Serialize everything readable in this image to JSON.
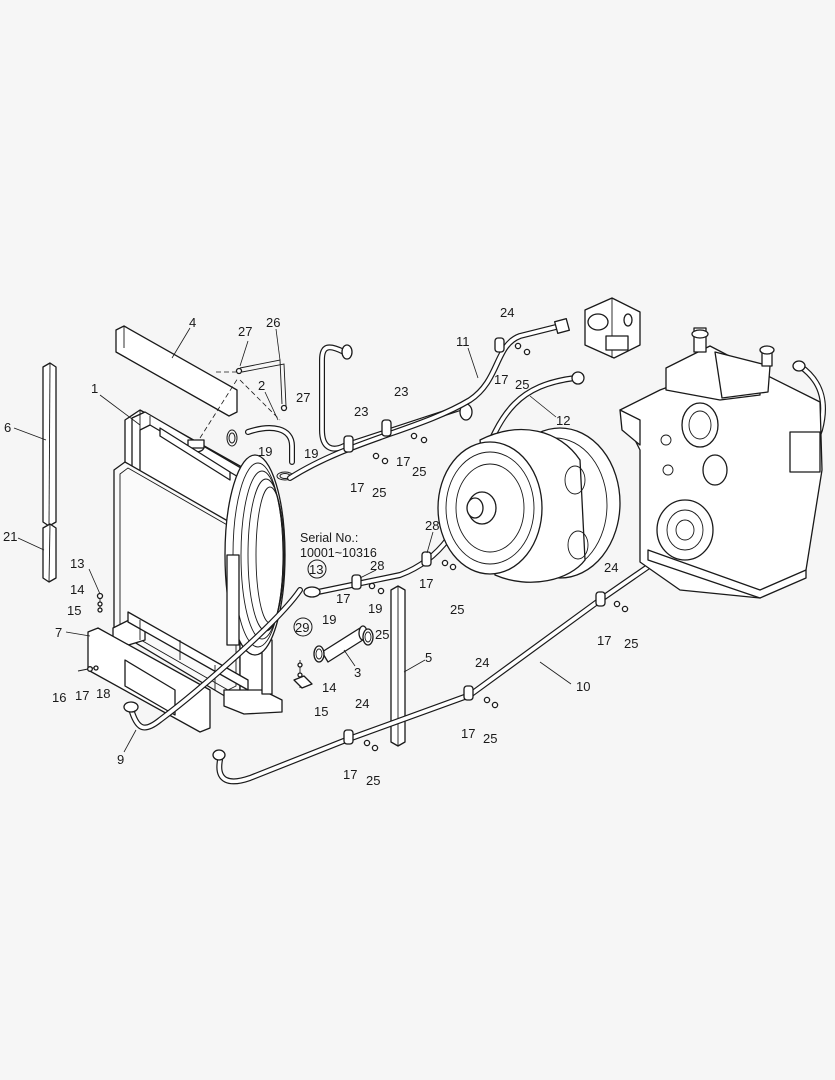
{
  "serial_note": {
    "line1": "Serial No.:",
    "line2": "10001~10316"
  },
  "callouts": [
    {
      "id": "c1",
      "text": "1"
    },
    {
      "id": "c2",
      "text": "2"
    },
    {
      "id": "c3",
      "text": "3"
    },
    {
      "id": "c4",
      "text": "4"
    },
    {
      "id": "c5",
      "text": "5"
    },
    {
      "id": "c6",
      "text": "6"
    },
    {
      "id": "c7",
      "text": "7"
    },
    {
      "id": "c9",
      "text": "9"
    },
    {
      "id": "c10",
      "text": "10"
    },
    {
      "id": "c11",
      "text": "11"
    },
    {
      "id": "c12",
      "text": "12"
    },
    {
      "id": "c13a",
      "text": "13"
    },
    {
      "id": "c13b",
      "text": "13"
    },
    {
      "id": "c14a",
      "text": "14"
    },
    {
      "id": "c14b",
      "text": "14"
    },
    {
      "id": "c15a",
      "text": "15"
    },
    {
      "id": "c15b",
      "text": "15"
    },
    {
      "id": "c16",
      "text": "16"
    },
    {
      "id": "c17a",
      "text": "17"
    },
    {
      "id": "c17b",
      "text": "17"
    },
    {
      "id": "c17c",
      "text": "17"
    },
    {
      "id": "c17d",
      "text": "17"
    },
    {
      "id": "c17e",
      "text": "17"
    },
    {
      "id": "c17f",
      "text": "17"
    },
    {
      "id": "c17g",
      "text": "17"
    },
    {
      "id": "c17h",
      "text": "17"
    },
    {
      "id": "c17i",
      "text": "17"
    },
    {
      "id": "c17j",
      "text": "17"
    },
    {
      "id": "c18",
      "text": "18"
    },
    {
      "id": "c19a",
      "text": "19"
    },
    {
      "id": "c19b",
      "text": "19"
    },
    {
      "id": "c19c",
      "text": "19"
    },
    {
      "id": "c19d",
      "text": "19"
    },
    {
      "id": "c21",
      "text": "21"
    },
    {
      "id": "c23a",
      "text": "23"
    },
    {
      "id": "c23b",
      "text": "23"
    },
    {
      "id": "c24a",
      "text": "24"
    },
    {
      "id": "c24b",
      "text": "24"
    },
    {
      "id": "c24c",
      "text": "24"
    },
    {
      "id": "c24d",
      "text": "24"
    },
    {
      "id": "c25a",
      "text": "25"
    },
    {
      "id": "c25b",
      "text": "25"
    },
    {
      "id": "c25c",
      "text": "25"
    },
    {
      "id": "c25d",
      "text": "25"
    },
    {
      "id": "c25e",
      "text": "25"
    },
    {
      "id": "c25f",
      "text": "25"
    },
    {
      "id": "c25g",
      "text": "25"
    },
    {
      "id": "c26",
      "text": "26"
    },
    {
      "id": "c27a",
      "text": "27"
    },
    {
      "id": "c27b",
      "text": "27"
    },
    {
      "id": "c28a",
      "text": "28"
    },
    {
      "id": "c28b",
      "text": "28"
    },
    {
      "id": "c29",
      "text": "29"
    }
  ]
}
